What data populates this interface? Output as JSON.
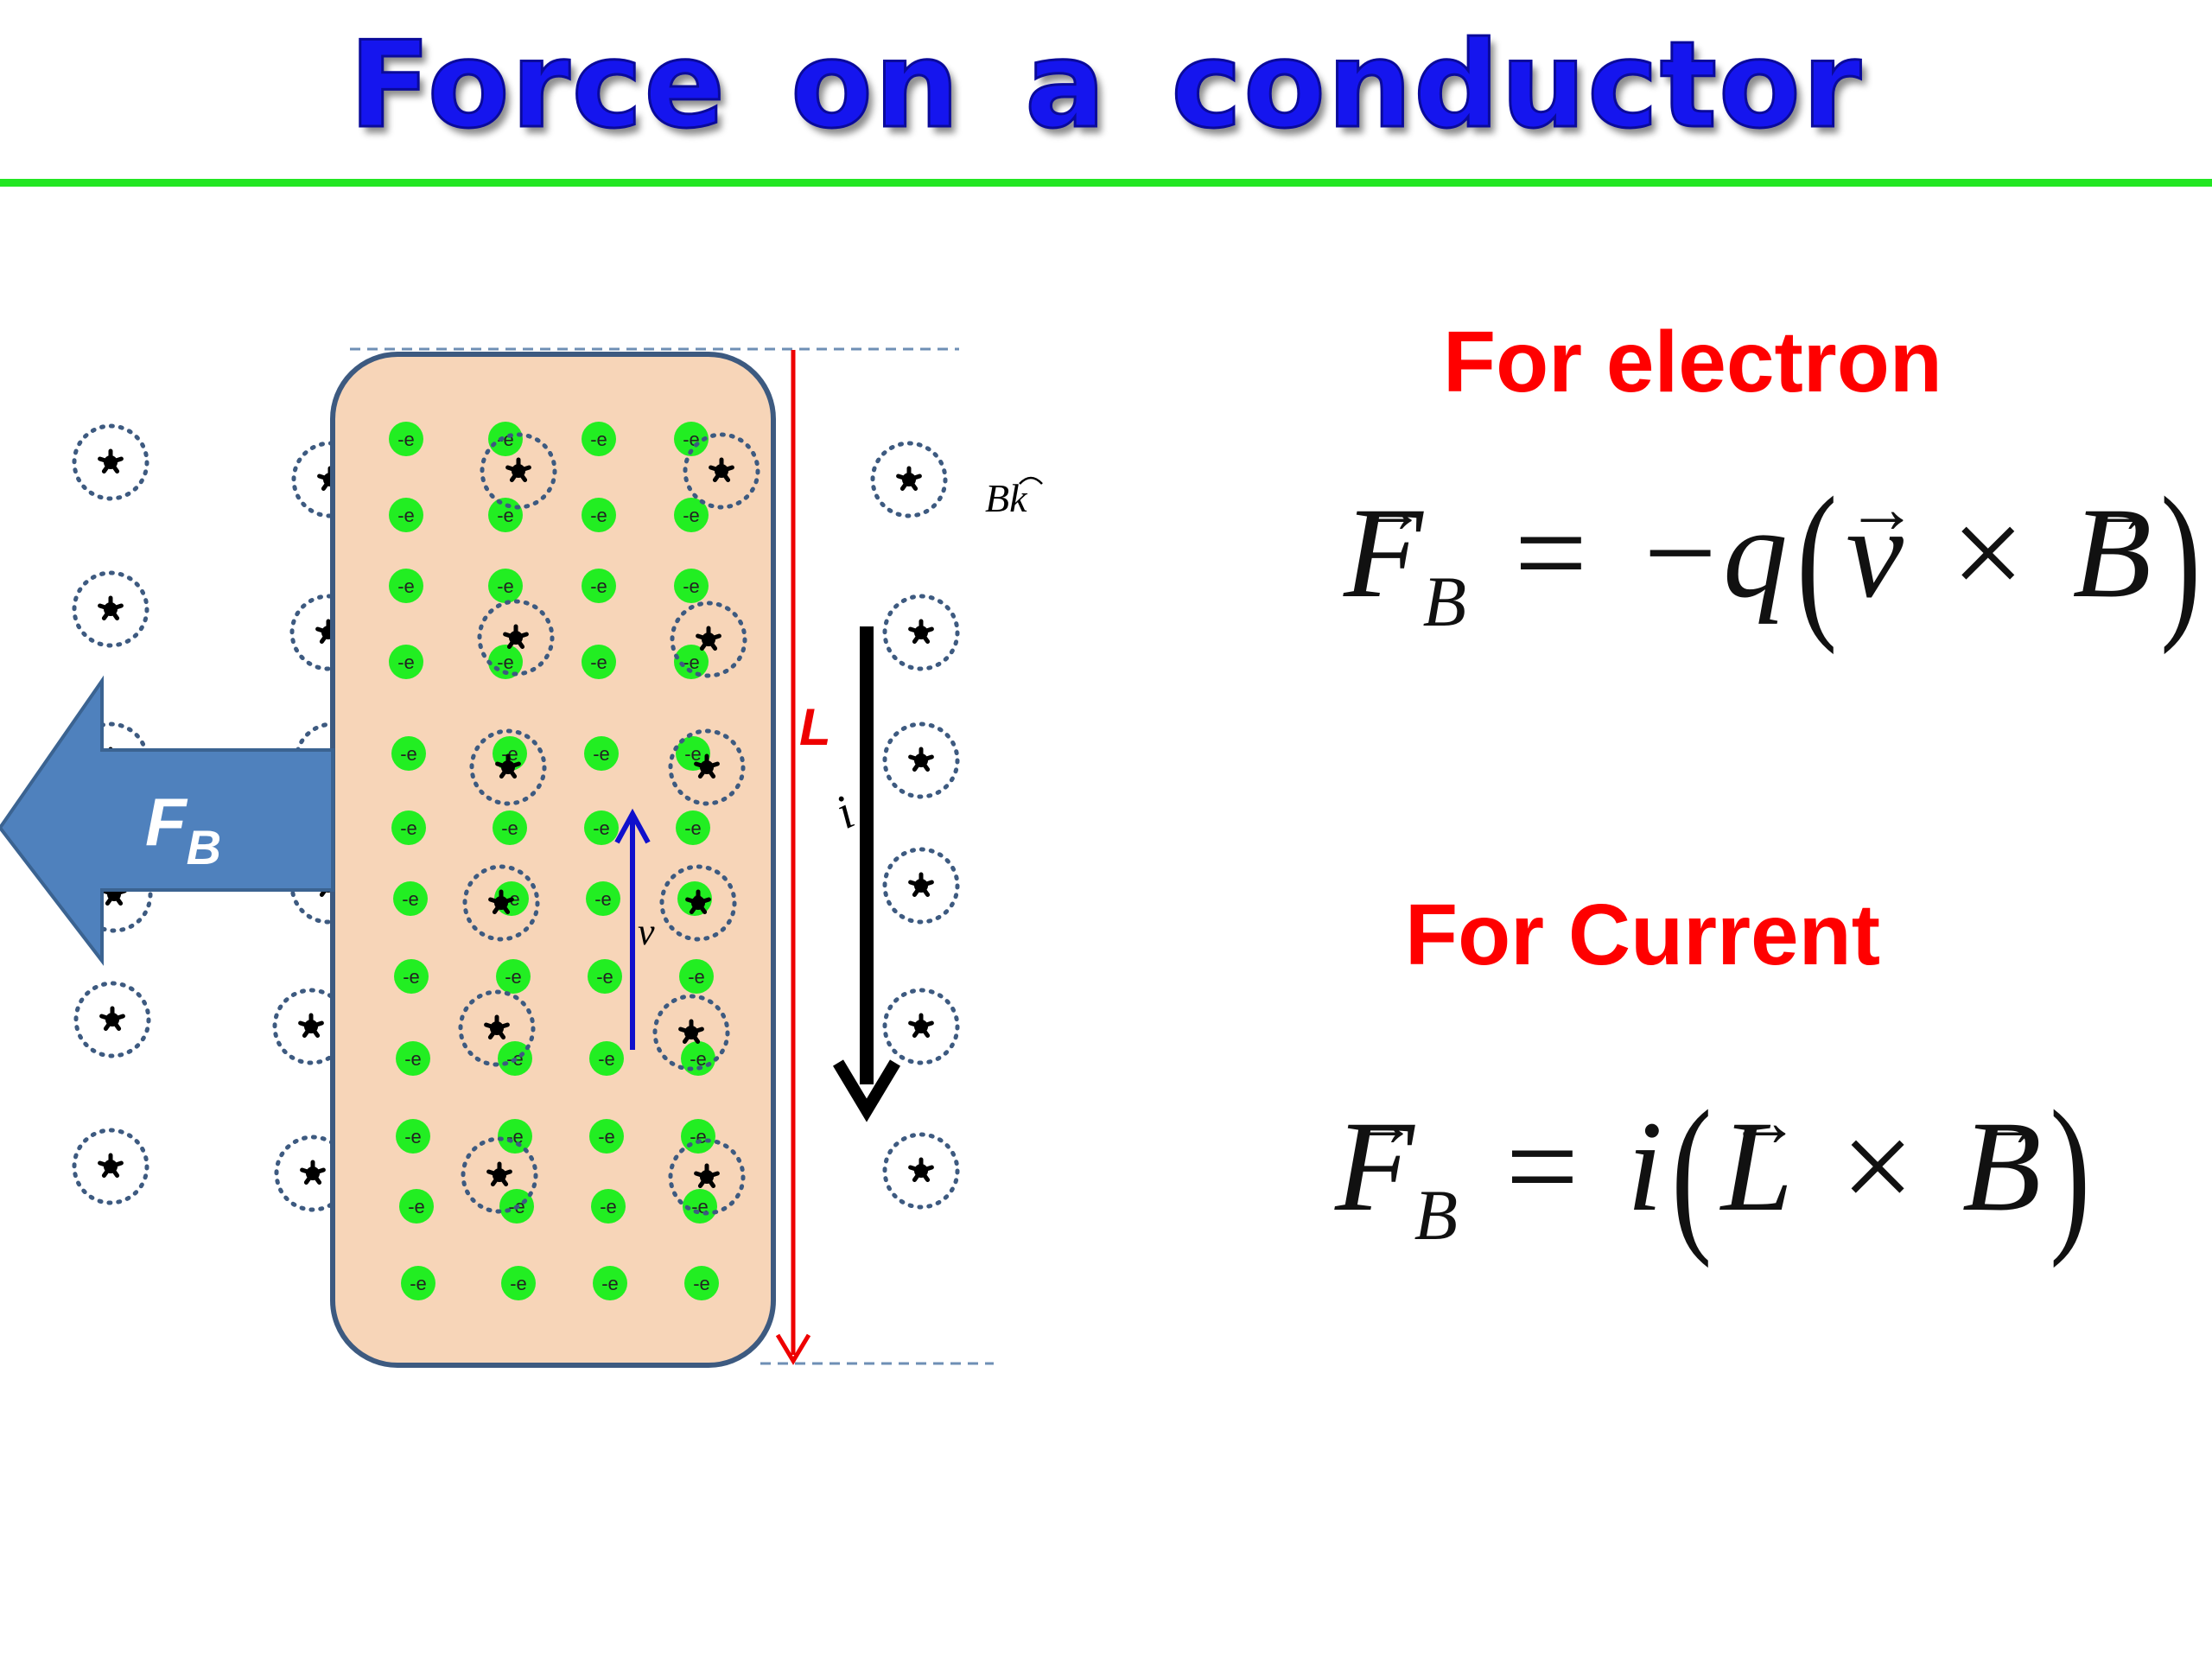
{
  "slide": {
    "title": "Force on a conductor",
    "accent_color": "#22e622",
    "title_color": "#1515ee"
  },
  "diagram": {
    "field_label_base": "B",
    "field_label_unit": "k",
    "length_label": "L",
    "current_label": "i",
    "velocity_label": "v",
    "force_label_base": "F",
    "force_label_sub": "B",
    "electron_label": "-e",
    "field_symbol_icon": "dotted-circle-out-of-page-icon",
    "colors": {
      "conductor_fill": "#f7d5b8",
      "conductor_stroke": "#3d5a80",
      "electron": "#22ee22",
      "length_arrow": "#ee0000",
      "velocity_arrow": "#1010cc",
      "force_arrow": "#4f81bd",
      "field_ring": "#3d5a80"
    }
  },
  "electron_section": {
    "heading": "For electron",
    "eq_F": "F",
    "eq_sub": "B",
    "eq_equals": "=",
    "eq_minus_q": "−q",
    "eq_lparen": "(",
    "eq_v": "v",
    "eq_cross": "×",
    "eq_B": "B",
    "eq_rparen": ")"
  },
  "current_section": {
    "heading": "For Current",
    "eq_F": "F",
    "eq_sub": "B",
    "eq_equals": "=",
    "eq_i": "i",
    "eq_lparen": "(",
    "eq_L": "L",
    "eq_cross": "×",
    "eq_B": "B",
    "eq_rparen": ")"
  }
}
